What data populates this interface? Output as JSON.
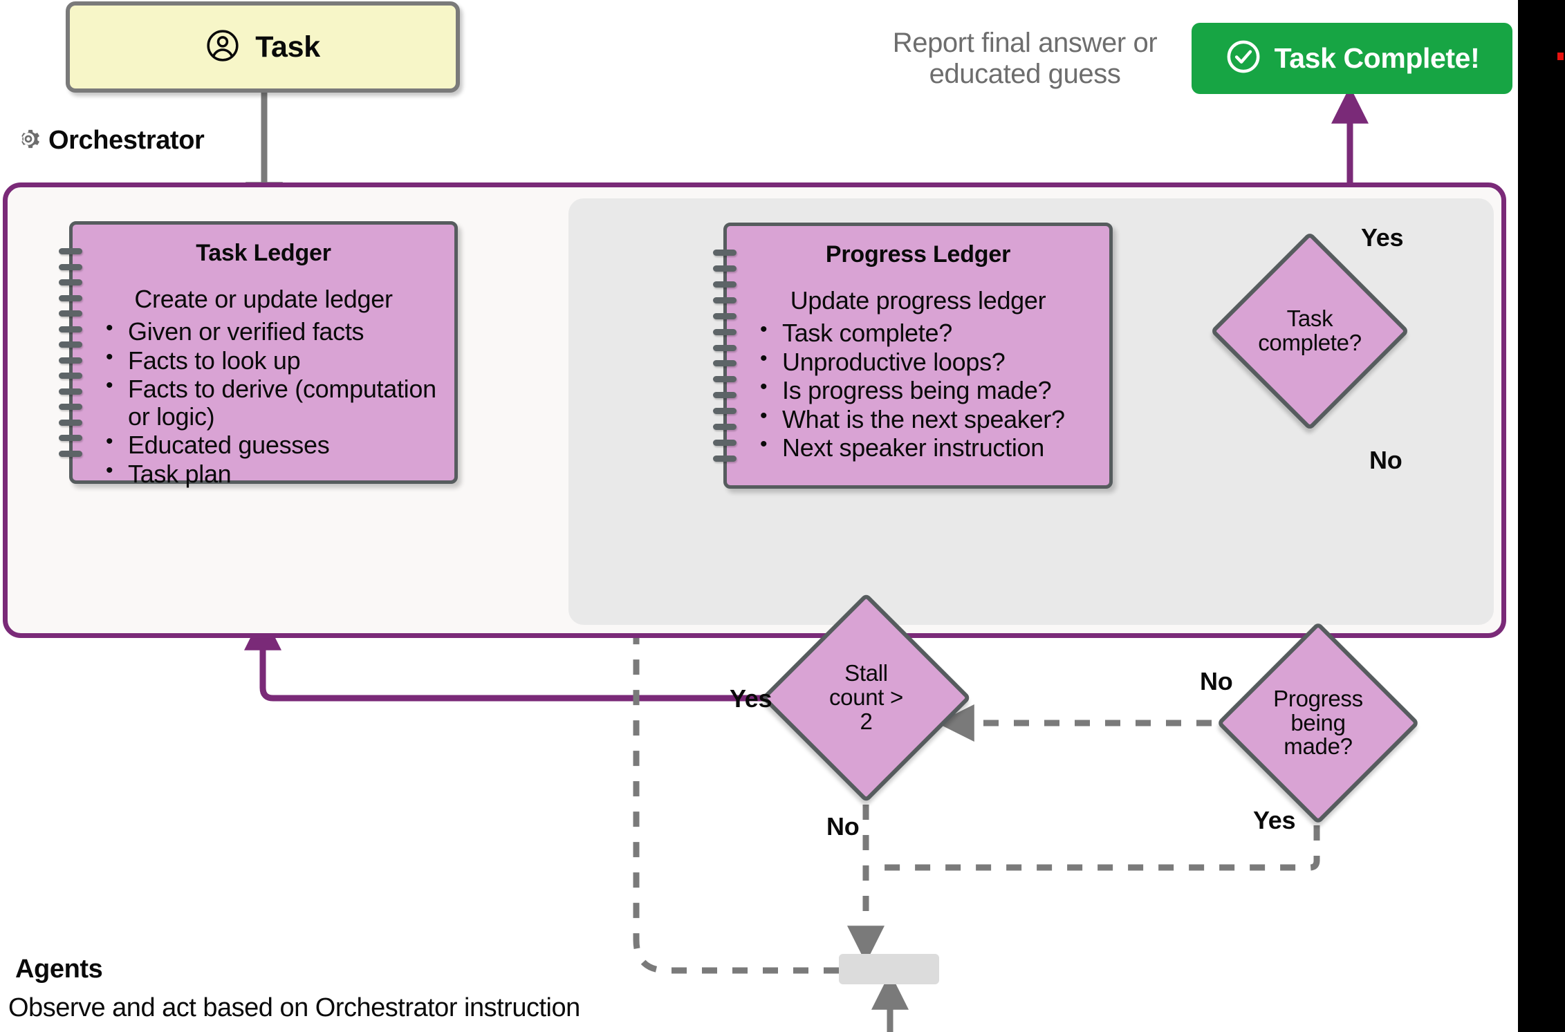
{
  "diagram": {
    "title": "Magentic-One Orchestrator Flow",
    "colors": {
      "node_fill": "#d9a3d4",
      "node_stroke": "#565c5e",
      "orchestrator_border": "#7a2a78",
      "orchestrator_bg": "#faf8f7",
      "inner_panel_bg": "#e9e9e9",
      "task_card_fill": "#f7f6c8",
      "task_card_stroke": "#7a7a7a",
      "success_green": "#17a544",
      "solid_edge": "#7a2a78",
      "dashed_edge": "#7a7a7a",
      "muted_text": "#6d6d6d",
      "agent_box_fill": "#dcdcdc",
      "red_marker": "#e8120f"
    }
  },
  "task_card": {
    "label": "Task",
    "icon": "user-circle-icon"
  },
  "orchestrator": {
    "caption": "Orchestrator",
    "icon": "gear-icon"
  },
  "task_ledger": {
    "title": "Task Ledger",
    "subtitle": "Create or update ledger",
    "items": [
      "Given or verified facts",
      "Facts to look up",
      "Facts to derive\n(computation or logic)",
      "Educated guesses",
      "Task plan"
    ]
  },
  "progress_ledger": {
    "title": "Progress Ledger",
    "subtitle": "Update progress ledger",
    "items": [
      "Task complete?",
      "Unproductive loops?",
      "Is progress being\nmade?",
      "What is the next\nspeaker?",
      "Next speaker instruction"
    ]
  },
  "decisions": {
    "task_complete": {
      "label": "Task\ncomplete?",
      "yes_label": "Yes",
      "no_label": "No"
    },
    "progress_made": {
      "label": "Progress\nbeing\nmade?",
      "yes_label": "Yes",
      "no_label": "No"
    },
    "stall_count": {
      "label": "Stall\ncount >\n2",
      "yes_label": "Yes",
      "no_label": "No"
    }
  },
  "completion": {
    "report_text": "Report final answer or\neducated guess",
    "button_label": "Task Complete!",
    "button_icon": "check-circle-icon"
  },
  "agents": {
    "title": "Agents",
    "subtitle": "Observe and act based on Orchestrator instruction"
  }
}
